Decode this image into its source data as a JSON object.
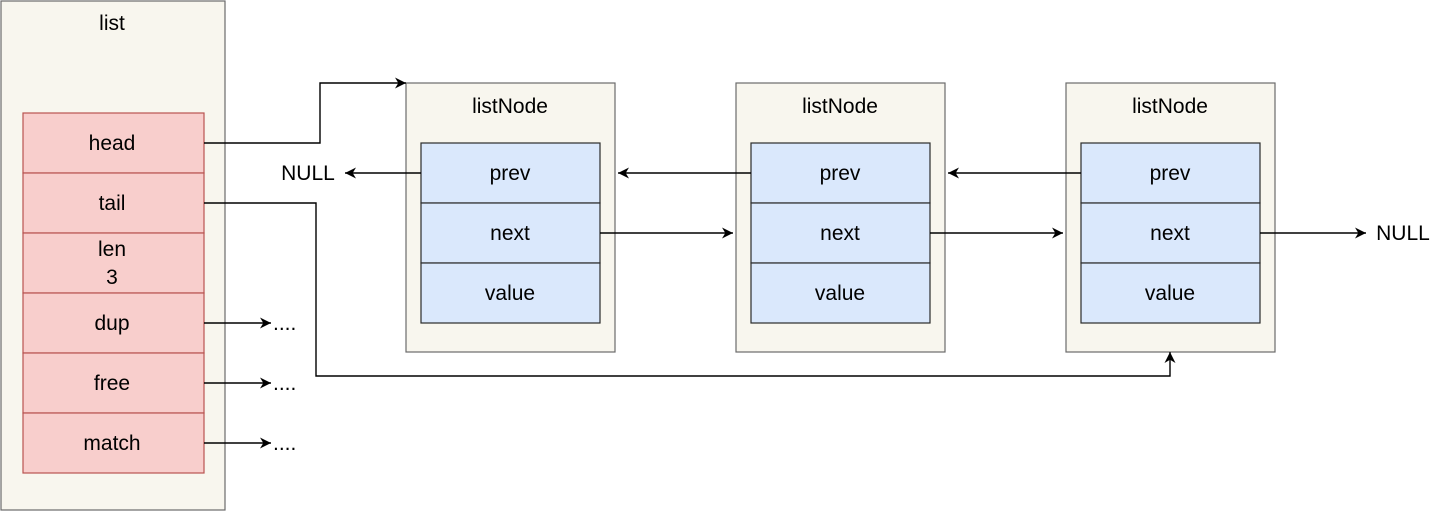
{
  "list_struct": {
    "title": "list",
    "fields": [
      "head",
      "tail",
      "len",
      "dup",
      "free",
      "match"
    ],
    "len_value": "3",
    "pointer_ellipsis": "...."
  },
  "nodes": [
    {
      "title": "listNode",
      "fields": [
        "prev",
        "next",
        "value"
      ]
    },
    {
      "title": "listNode",
      "fields": [
        "prev",
        "next",
        "value"
      ]
    },
    {
      "title": "listNode",
      "fields": [
        "prev",
        "next",
        "value"
      ]
    }
  ],
  "null_left": "NULL",
  "null_right": "NULL",
  "colors": {
    "container_fill": "#f8f6ee",
    "container_stroke": "#6b6b6b",
    "list_field_fill": "#f8cecc",
    "list_field_stroke": "#b85450",
    "node_field_fill": "#dae8fc",
    "node_field_stroke": "#2b2b2b",
    "edge": "#000000"
  }
}
